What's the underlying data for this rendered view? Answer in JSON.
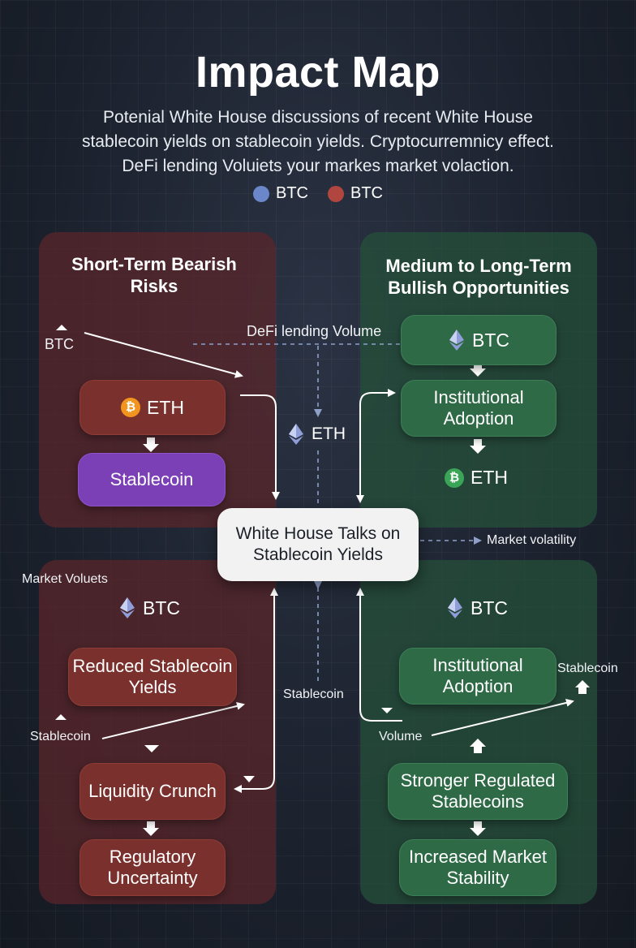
{
  "header": {
    "title": "Impact Map",
    "subtitle": "Potenial White House discussions of recent White House stablecoin yields on stablecoin yields. Cryptocurremnicy effect. DeFi lending Voluiets your markes market volaction."
  },
  "legend": [
    {
      "label": "BTC",
      "color": "#6b86c9"
    },
    {
      "label": "BTC",
      "color": "#b0463f"
    }
  ],
  "center": {
    "label": "White House Talks on Stablecoin Yields"
  },
  "panels": {
    "short_term": {
      "title": "Short-Term Bearish Risks",
      "btc_label": "BTC",
      "eth_node": "ETH",
      "stablecoin_node": "Stablecoin"
    },
    "long_term": {
      "title": "Medium to Long-Term Bullish Opportunities",
      "btc_node": "BTC",
      "adoption_node": "Institutional Adoption",
      "eth_label": "ETH"
    },
    "bottom_left": {
      "corner_label": "Market Voluets",
      "btc_label": "BTC",
      "reduced_node": "Reduced Stablecoin Yields",
      "stablecoin_label": "Stablecoin",
      "liquidity_node": "Liquidity Crunch",
      "regulatory_node": "Regulatory Uncertainty"
    },
    "bottom_right": {
      "btc_label": "BTC",
      "adoption_node": "Institutional Adoption",
      "stablecoin_label": "Stablecoin",
      "volume_label": "Volume",
      "regulated_node": "Stronger Regulated Stablecoins",
      "stability_node": "Increased Market Stability"
    }
  },
  "connectors": {
    "defi_label": "DeFi lending Volume",
    "eth_label": "ETH",
    "stablecoin_label": "Stablecoin",
    "volatility_label": "Market volatility"
  },
  "colors": {
    "bearish_panel": "#5c262a",
    "bullish_panel": "#26523a",
    "red_node": "#7a302c",
    "green_node": "#2f6a47",
    "purple_node": "#7b3fb6",
    "center_node": "#f2f2f2"
  },
  "icons": {
    "eth": "ethereum-icon",
    "btc": "bitcoin-coin-icon"
  }
}
